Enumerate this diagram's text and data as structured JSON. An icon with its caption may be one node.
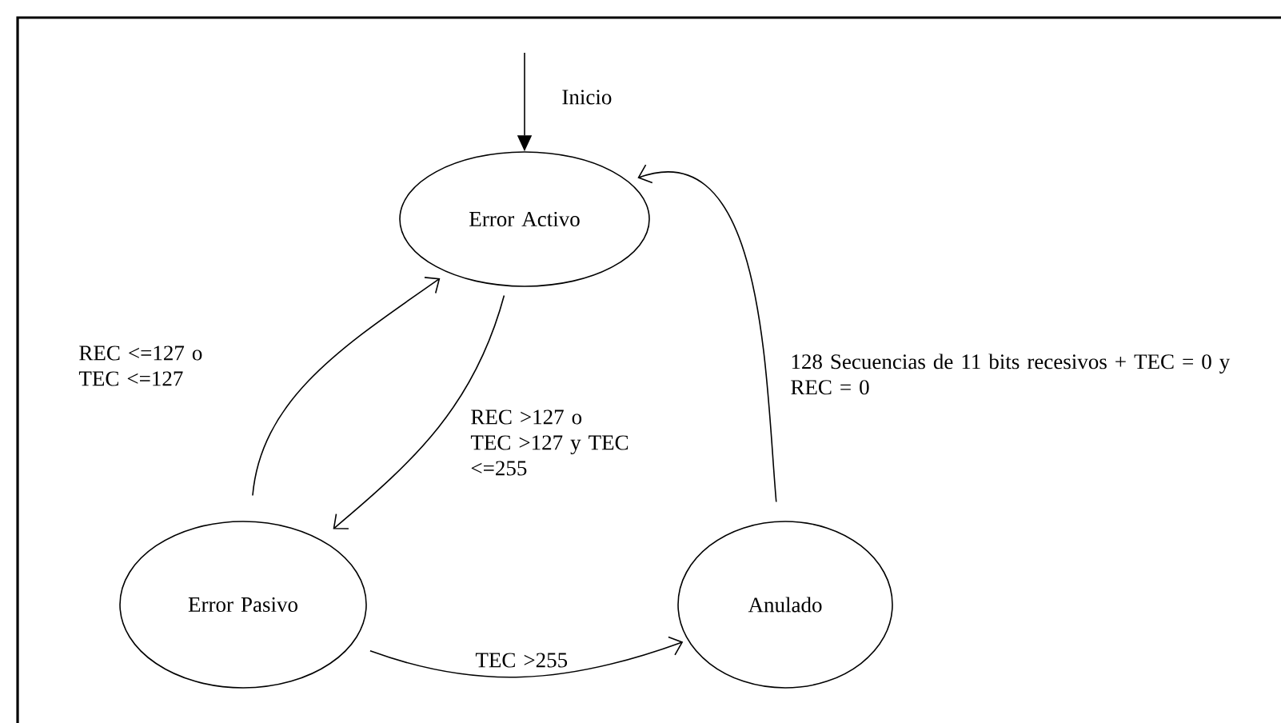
{
  "diagram": {
    "nodes": [
      {
        "text": [
          "Error Activo"
        ]
      },
      {
        "text": [
          "Error Pasivo"
        ]
      },
      {
        "text": [
          "Anulado"
        ]
      }
    ],
    "edges": [
      {
        "from": null,
        "to": 0,
        "arrow": "to",
        "label": "Inicio"
      },
      {
        "from": 1,
        "to": 0,
        "arrow": "to",
        "label": "REC <=127 o TEC <=127"
      },
      {
        "from": 0,
        "to": 1,
        "arrow": "to",
        "label": "REC >127 o TEC >127 y TEC <=255"
      },
      {
        "from": 1,
        "to": 2,
        "arrow": "to",
        "label": "TEC >255"
      },
      {
        "from": 2,
        "to": 0,
        "arrow": "to",
        "label": "128 Secuencias de 11 bits recesivos + TEC = 0 y REC = 0"
      }
    ]
  }
}
